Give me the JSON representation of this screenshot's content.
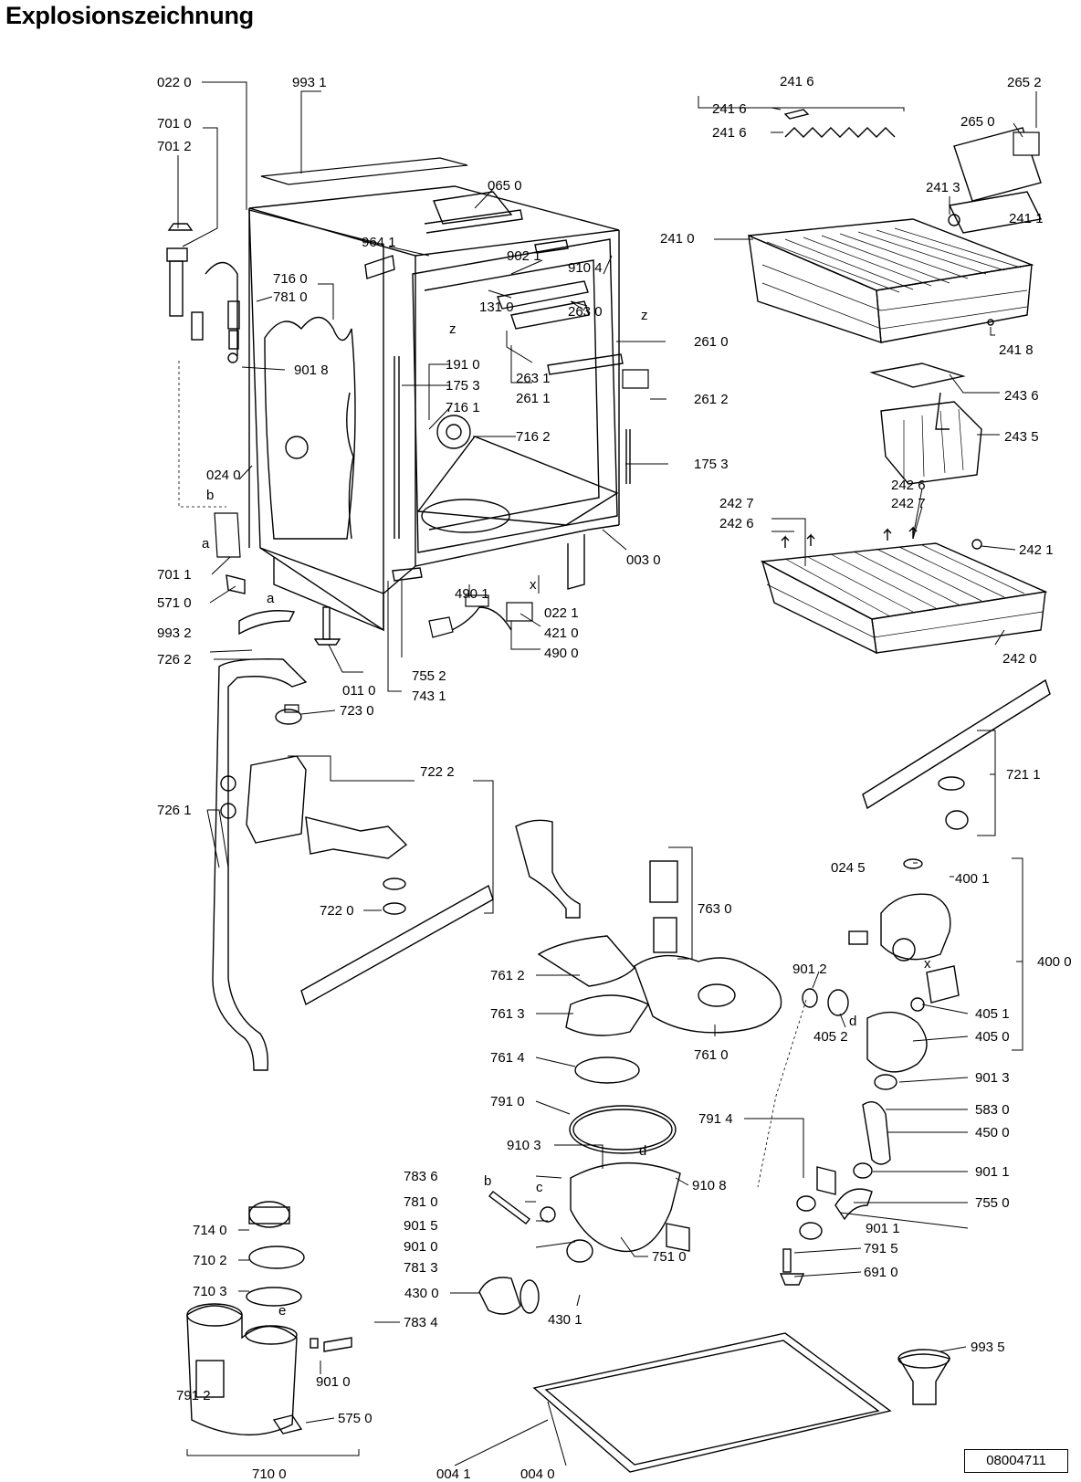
{
  "title": "Explosionszeichnung",
  "document_number": "08004711",
  "labels": [
    {
      "id": "l01",
      "text": "022 0"
    },
    {
      "id": "l02",
      "text": "993 1"
    },
    {
      "id": "l03",
      "text": "701 0"
    },
    {
      "id": "l04",
      "text": "701 2"
    },
    {
      "id": "l05",
      "text": "065 0"
    },
    {
      "id": "l06",
      "text": "964 1"
    },
    {
      "id": "l07",
      "text": "902 1"
    },
    {
      "id": "l08",
      "text": "910 4"
    },
    {
      "id": "l09",
      "text": "716 0"
    },
    {
      "id": "l10",
      "text": "781 0"
    },
    {
      "id": "l11",
      "text": "131 0"
    },
    {
      "id": "l12",
      "text": "263 0"
    },
    {
      "id": "l13",
      "text": "261 0"
    },
    {
      "id": "l14",
      "text": "901 8"
    },
    {
      "id": "l15",
      "text": "191 0"
    },
    {
      "id": "l16",
      "text": "175 3"
    },
    {
      "id": "l17",
      "text": "263 1"
    },
    {
      "id": "l18",
      "text": "261 1"
    },
    {
      "id": "l19",
      "text": "261 2"
    },
    {
      "id": "l20",
      "text": "716 1"
    },
    {
      "id": "l21",
      "text": "716 2"
    },
    {
      "id": "l22",
      "text": "175 3"
    },
    {
      "id": "l23",
      "text": "024 0"
    },
    {
      "id": "l24",
      "text": "003 0"
    },
    {
      "id": "l25",
      "text": "701 1"
    },
    {
      "id": "l26",
      "text": "490 1"
    },
    {
      "id": "l27",
      "text": "022 1"
    },
    {
      "id": "l28",
      "text": "571 0"
    },
    {
      "id": "l29",
      "text": "421 0"
    },
    {
      "id": "l30",
      "text": "993 2"
    },
    {
      "id": "l31",
      "text": "490 0"
    },
    {
      "id": "l32",
      "text": "726 2"
    },
    {
      "id": "l33",
      "text": "011 0"
    },
    {
      "id": "l34",
      "text": "755 2"
    },
    {
      "id": "l35",
      "text": "743 1"
    },
    {
      "id": "l36",
      "text": "723 0"
    },
    {
      "id": "l37",
      "text": "241 6"
    },
    {
      "id": "l38",
      "text": "241 6"
    },
    {
      "id": "l39",
      "text": "241 6"
    },
    {
      "id": "l40",
      "text": "265 2"
    },
    {
      "id": "l41",
      "text": "265 0"
    },
    {
      "id": "l42",
      "text": "241 3"
    },
    {
      "id": "l43",
      "text": "241 0"
    },
    {
      "id": "l44",
      "text": "241 1"
    },
    {
      "id": "l45",
      "text": "241 8"
    },
    {
      "id": "l46",
      "text": "243 6"
    },
    {
      "id": "l47",
      "text": "243 5"
    },
    {
      "id": "l48",
      "text": "242 6"
    },
    {
      "id": "l49",
      "text": "242 7"
    },
    {
      "id": "l50",
      "text": "242 7"
    },
    {
      "id": "l51",
      "text": "242 6"
    },
    {
      "id": "l52",
      "text": "242 1"
    },
    {
      "id": "l53",
      "text": "242 0"
    },
    {
      "id": "l54",
      "text": "722 2"
    },
    {
      "id": "l55",
      "text": "726 1"
    },
    {
      "id": "l56",
      "text": "722 0"
    },
    {
      "id": "l57",
      "text": "721 1"
    },
    {
      "id": "l58",
      "text": "763 0"
    },
    {
      "id": "l59",
      "text": "024 5"
    },
    {
      "id": "l60",
      "text": "400 1"
    },
    {
      "id": "l61",
      "text": "761 2"
    },
    {
      "id": "l62",
      "text": "901 2"
    },
    {
      "id": "l63",
      "text": "400 0"
    },
    {
      "id": "l64",
      "text": "761 3"
    },
    {
      "id": "l65",
      "text": "405 1"
    },
    {
      "id": "l66",
      "text": "405 2"
    },
    {
      "id": "l67",
      "text": "405 0"
    },
    {
      "id": "l68",
      "text": "761 4"
    },
    {
      "id": "l69",
      "text": "761 0"
    },
    {
      "id": "l70",
      "text": "901 3"
    },
    {
      "id": "l71",
      "text": "791 0"
    },
    {
      "id": "l72",
      "text": "583 0"
    },
    {
      "id": "l73",
      "text": "791 4"
    },
    {
      "id": "l74",
      "text": "450 0"
    },
    {
      "id": "l75",
      "text": "910 3"
    },
    {
      "id": "l76",
      "text": "783 6"
    },
    {
      "id": "l77",
      "text": "910 8"
    },
    {
      "id": "l78",
      "text": "901 1"
    },
    {
      "id": "l79",
      "text": "781 0"
    },
    {
      "id": "l80",
      "text": "755 0"
    },
    {
      "id": "l81",
      "text": "901 5"
    },
    {
      "id": "l82",
      "text": "714 0"
    },
    {
      "id": "l83",
      "text": "901 0"
    },
    {
      "id": "l84",
      "text": "901 1"
    },
    {
      "id": "l85",
      "text": "781 3"
    },
    {
      "id": "l86",
      "text": "791 5"
    },
    {
      "id": "l87",
      "text": "710 2"
    },
    {
      "id": "l88",
      "text": "751 0"
    },
    {
      "id": "l89",
      "text": "691 0"
    },
    {
      "id": "l90",
      "text": "710 3"
    },
    {
      "id": "l91",
      "text": "430 0"
    },
    {
      "id": "l92",
      "text": "430 1"
    },
    {
      "id": "l93",
      "text": "783 4"
    },
    {
      "id": "l94",
      "text": "993 5"
    },
    {
      "id": "l95",
      "text": "901 0"
    },
    {
      "id": "l96",
      "text": "791 2"
    },
    {
      "id": "l97",
      "text": "575 0"
    },
    {
      "id": "l98",
      "text": "710 0"
    },
    {
      "id": "l99",
      "text": "004 1"
    },
    {
      "id": "l100",
      "text": "004 0"
    }
  ],
  "letter_marks": [
    "b",
    "a",
    "a",
    "z",
    "z",
    "x",
    "x",
    "d",
    "b",
    "c",
    "e",
    "d"
  ]
}
